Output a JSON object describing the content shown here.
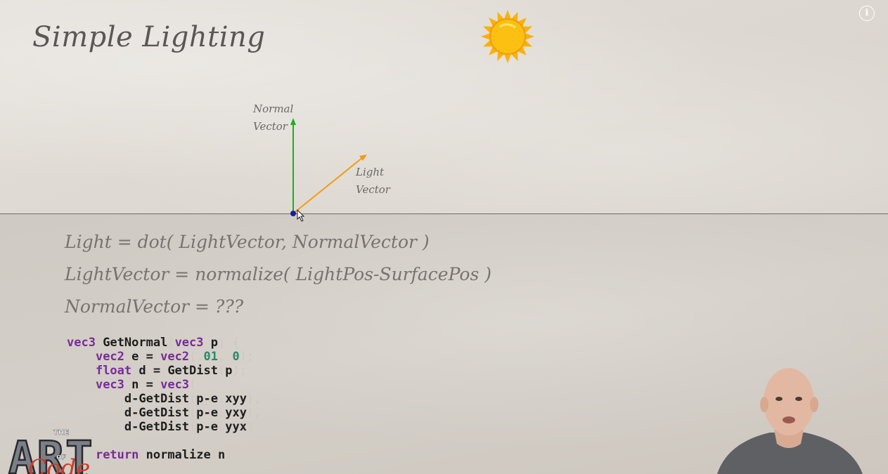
{
  "slide": {
    "title": "Simple Lighting",
    "normal_label": [
      "Normal",
      "Vector"
    ],
    "light_label": [
      "Light",
      "Vector"
    ],
    "formulas": [
      "Light = dot( LightVector, NormalVector )",
      "LightVector = normalize( LightPos-SurfacePos )",
      "NormalVector = ???"
    ]
  },
  "code": {
    "lines": [
      [
        [
          "kw",
          "vec3"
        ],
        [
          "t",
          " GetNormal"
        ],
        [
          "pn",
          "("
        ],
        [
          "kw",
          "vec3"
        ],
        [
          "t",
          " p"
        ],
        [
          "pn",
          ") {"
        ]
      ],
      [
        [
          "t",
          "    "
        ],
        [
          "kw",
          "vec2"
        ],
        [
          "t",
          " e = "
        ],
        [
          "kw",
          "vec2"
        ],
        [
          "pn",
          "(."
        ],
        [
          "num",
          "01"
        ],
        [
          "pn",
          ", "
        ],
        [
          "num",
          "0"
        ],
        [
          "pn",
          ");"
        ]
      ],
      [
        [
          "t",
          "    "
        ],
        [
          "kw",
          "float"
        ],
        [
          "t",
          " d = GetDist"
        ],
        [
          "pn",
          "("
        ],
        [
          "t",
          "p"
        ],
        [
          "pn",
          ");"
        ]
      ],
      [
        [
          "t",
          "    "
        ],
        [
          "kw",
          "vec3"
        ],
        [
          "t",
          " n = "
        ],
        [
          "kw",
          "vec3"
        ],
        [
          "pn",
          "("
        ]
      ],
      [
        [
          "t",
          "        d-GetDist"
        ],
        [
          "pn",
          "("
        ],
        [
          "t",
          "p-e"
        ],
        [
          "pn",
          "."
        ],
        [
          "t",
          "xyy"
        ],
        [
          "pn",
          "),"
        ]
      ],
      [
        [
          "t",
          "        d-GetDist"
        ],
        [
          "pn",
          "("
        ],
        [
          "t",
          "p-e"
        ],
        [
          "pn",
          "."
        ],
        [
          "t",
          "yxy"
        ],
        [
          "pn",
          "),"
        ]
      ],
      [
        [
          "t",
          "        d-GetDist"
        ],
        [
          "pn",
          "("
        ],
        [
          "t",
          "p-e"
        ],
        [
          "pn",
          "."
        ],
        [
          "t",
          "yyx"
        ],
        [
          "pn",
          ")"
        ]
      ],
      [
        [
          "t",
          ""
        ]
      ],
      [
        [
          "t",
          "    "
        ],
        [
          "kw",
          "return"
        ],
        [
          "t",
          " normalize"
        ],
        [
          "pn",
          "("
        ],
        [
          "t",
          "n"
        ],
        [
          "pn",
          ")"
        ]
      ]
    ]
  },
  "logo": {
    "small": "THE",
    "big": "ART",
    "of": "OF",
    "script": "Code"
  },
  "icons": {
    "info": "info-icon",
    "sun": "sun-icon",
    "cursor": "mouse-cursor-icon"
  },
  "colors": {
    "normal_vector": "#19b319",
    "light_vector": "#f39c12",
    "surface_point": "#1a1aa8",
    "keyword": "#7a2a9a",
    "number": "#2a8a6a",
    "sun": "#fbc012"
  }
}
